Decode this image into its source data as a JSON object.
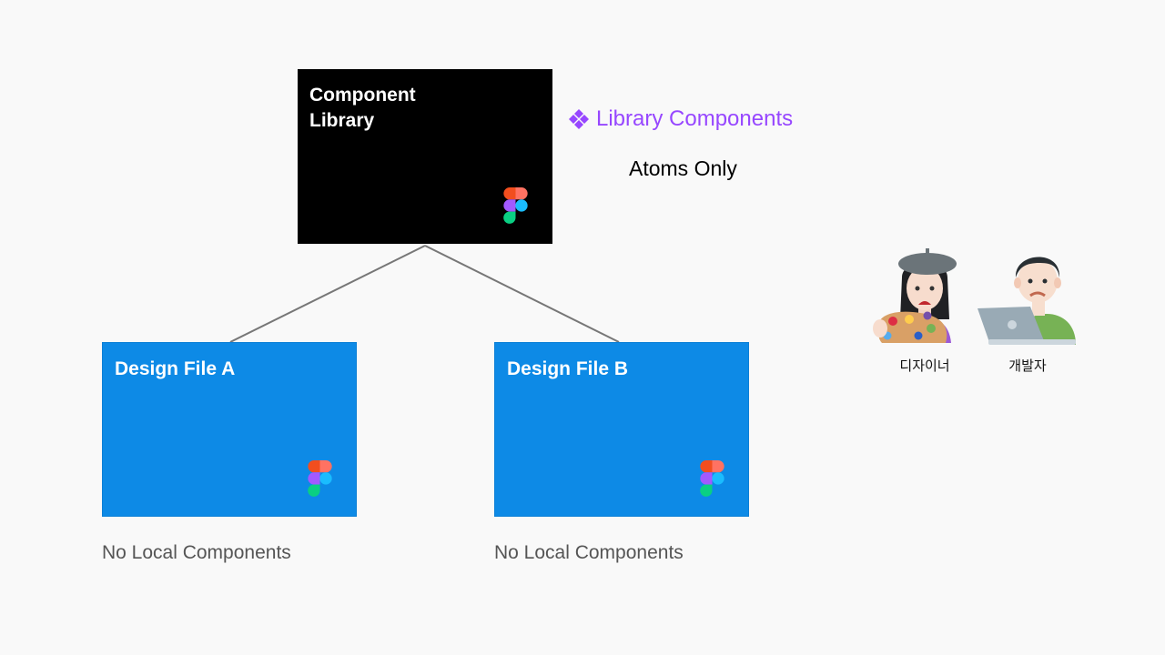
{
  "library_card": {
    "title": "Component\nLibrary"
  },
  "legend": {
    "label": "Library Components",
    "color": "#9747ff"
  },
  "note": {
    "text": "Atoms Only"
  },
  "design_files": [
    {
      "title": "Design File A",
      "caption": "No Local Components"
    },
    {
      "title": "Design File B",
      "caption": "No Local Components"
    }
  ],
  "people": [
    {
      "label": "디자이너",
      "icon": "designer-icon"
    },
    {
      "label": "개발자",
      "icon": "developer-icon"
    }
  ],
  "colors": {
    "library_card": "#000000",
    "design_card": "#0d8ae6",
    "connector": "#777777"
  }
}
